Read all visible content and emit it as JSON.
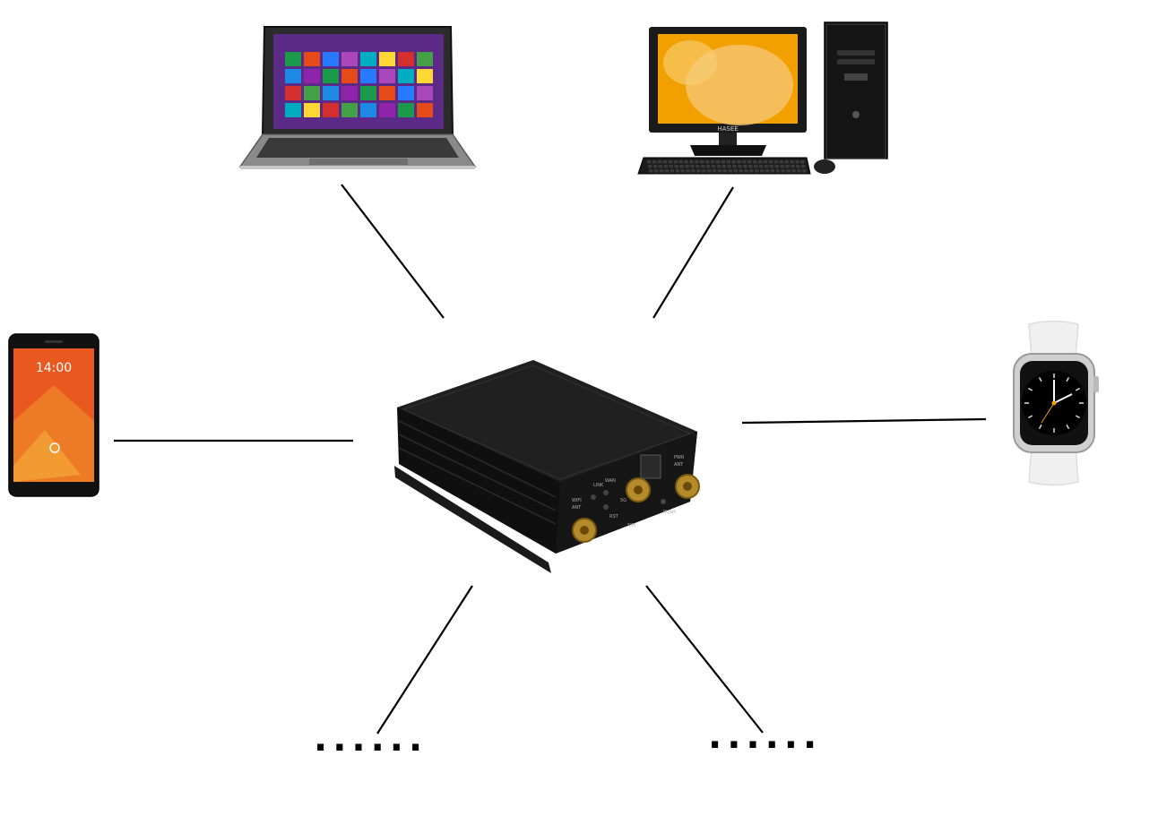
{
  "diagram": {
    "hub": {
      "name": "router-device",
      "labels": [
        "WIFI",
        "ANT",
        "LINK",
        "WAN",
        "5G",
        "SIM",
        "PWR",
        "ANT",
        "RST",
        "PUSH"
      ]
    },
    "devices": [
      {
        "name": "laptop",
        "screen_color": "#5b2a86",
        "tiles": [
          "#1c9a4c",
          "#e64a19",
          "#2979ff",
          "#ab47bc",
          "#00acc1",
          "#fdd835",
          "#d32f2f",
          "#43a047",
          "#1e88e5",
          "#8e24aa"
        ]
      },
      {
        "name": "desktop",
        "screen_color": "#f2a000",
        "brand": "HASEE"
      },
      {
        "name": "smartphone",
        "time": "14:00",
        "screen_color": "#e8581f"
      },
      {
        "name": "smartwatch",
        "face_color": "#111111"
      }
    ],
    "more_left": "......",
    "more_right": "......"
  }
}
